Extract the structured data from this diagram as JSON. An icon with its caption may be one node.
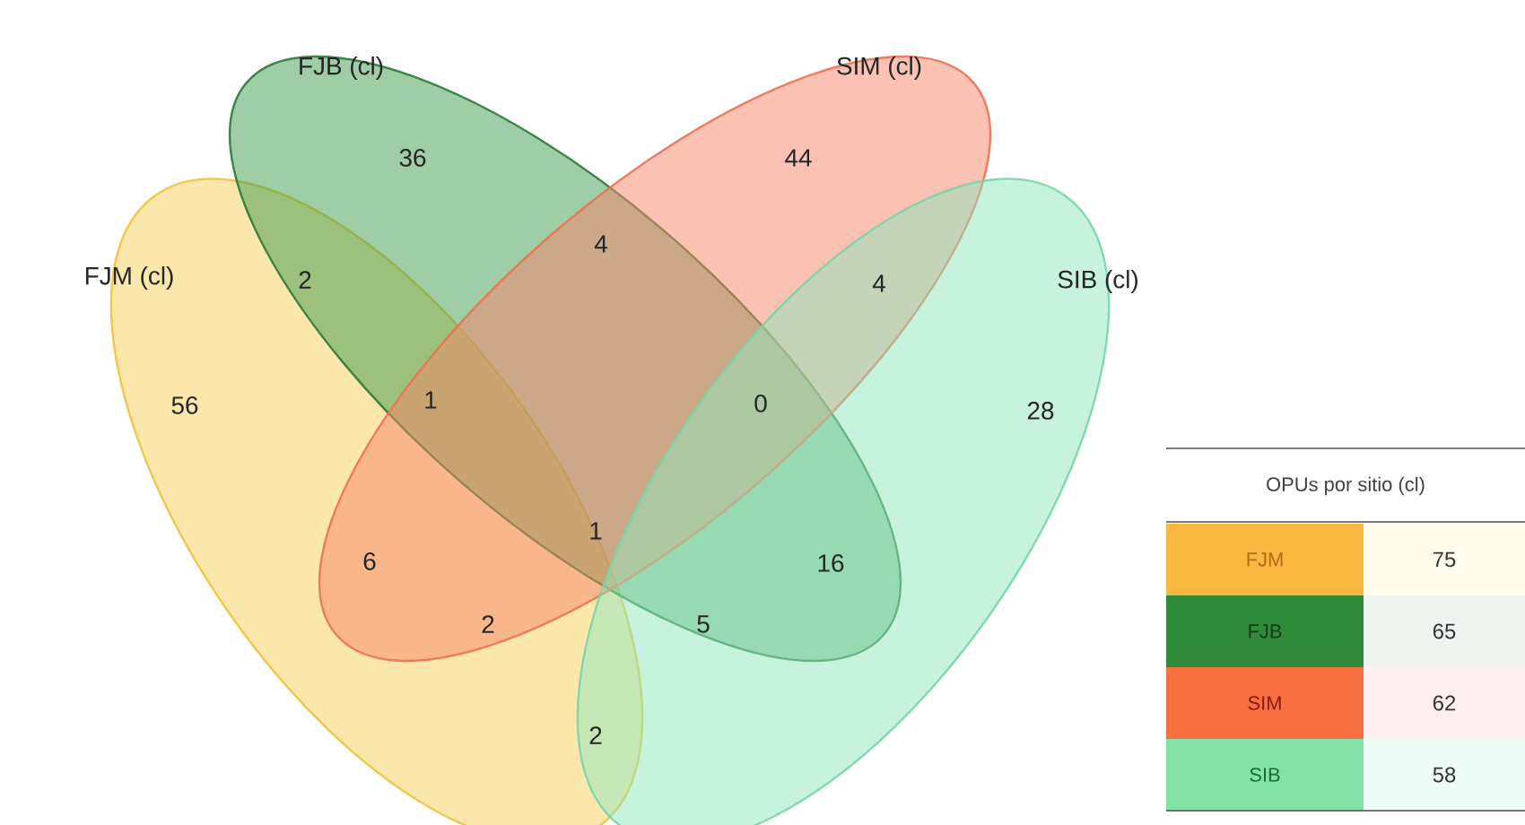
{
  "diagram": {
    "nodes": [
      {
        "text": [
          "FJM (cl)"
        ]
      },
      {
        "text": [
          "FJB (cl)"
        ]
      },
      {
        "text": [
          "SIM (cl)"
        ]
      },
      {
        "text": [
          "SIB (cl)"
        ]
      }
    ],
    "edges": [],
    "labels": [
      "36",
      "44",
      "4",
      "2",
      "4",
      "56",
      "1",
      "0",
      "28",
      "1",
      "6",
      "16",
      "2",
      "5",
      "2",
      "OPUs por sitio (cl)",
      "FJM",
      "75",
      "FJB",
      "65",
      "SIM",
      "62",
      "SIB",
      "58"
    ]
  }
}
